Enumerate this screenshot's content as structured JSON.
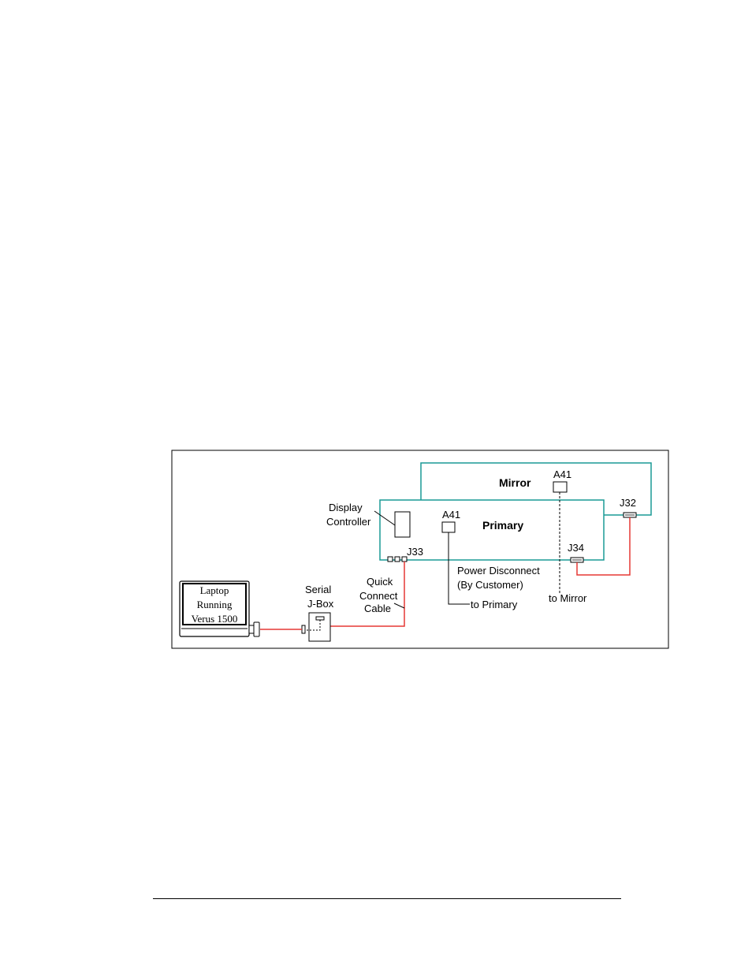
{
  "diagram": {
    "mirror": {
      "label": "Mirror",
      "connector": "A41"
    },
    "primary": {
      "label": "Primary",
      "connector": "A41"
    },
    "display_controller": {
      "line1": "Display",
      "line2": "Controller"
    },
    "connectors": {
      "j32": "J32",
      "j33": "J33",
      "j34": "J34"
    },
    "power_disconnect": {
      "line1": "Power Disconnect",
      "line2": "(By Customer)"
    },
    "to_primary": "to Primary",
    "to_mirror": "to Mirror",
    "quick_connect": {
      "line1": "Quick",
      "line2": "Connect",
      "line3": "Cable"
    },
    "serial_jbox": {
      "line1": "Serial",
      "line2": "J-Box"
    },
    "laptop": {
      "line1": "Laptop",
      "line2": "Running",
      "line3": "Verus 1500"
    },
    "colors": {
      "enclosure": "#1a9a95",
      "signal_cable": "#e53935",
      "line": "#000000"
    }
  }
}
